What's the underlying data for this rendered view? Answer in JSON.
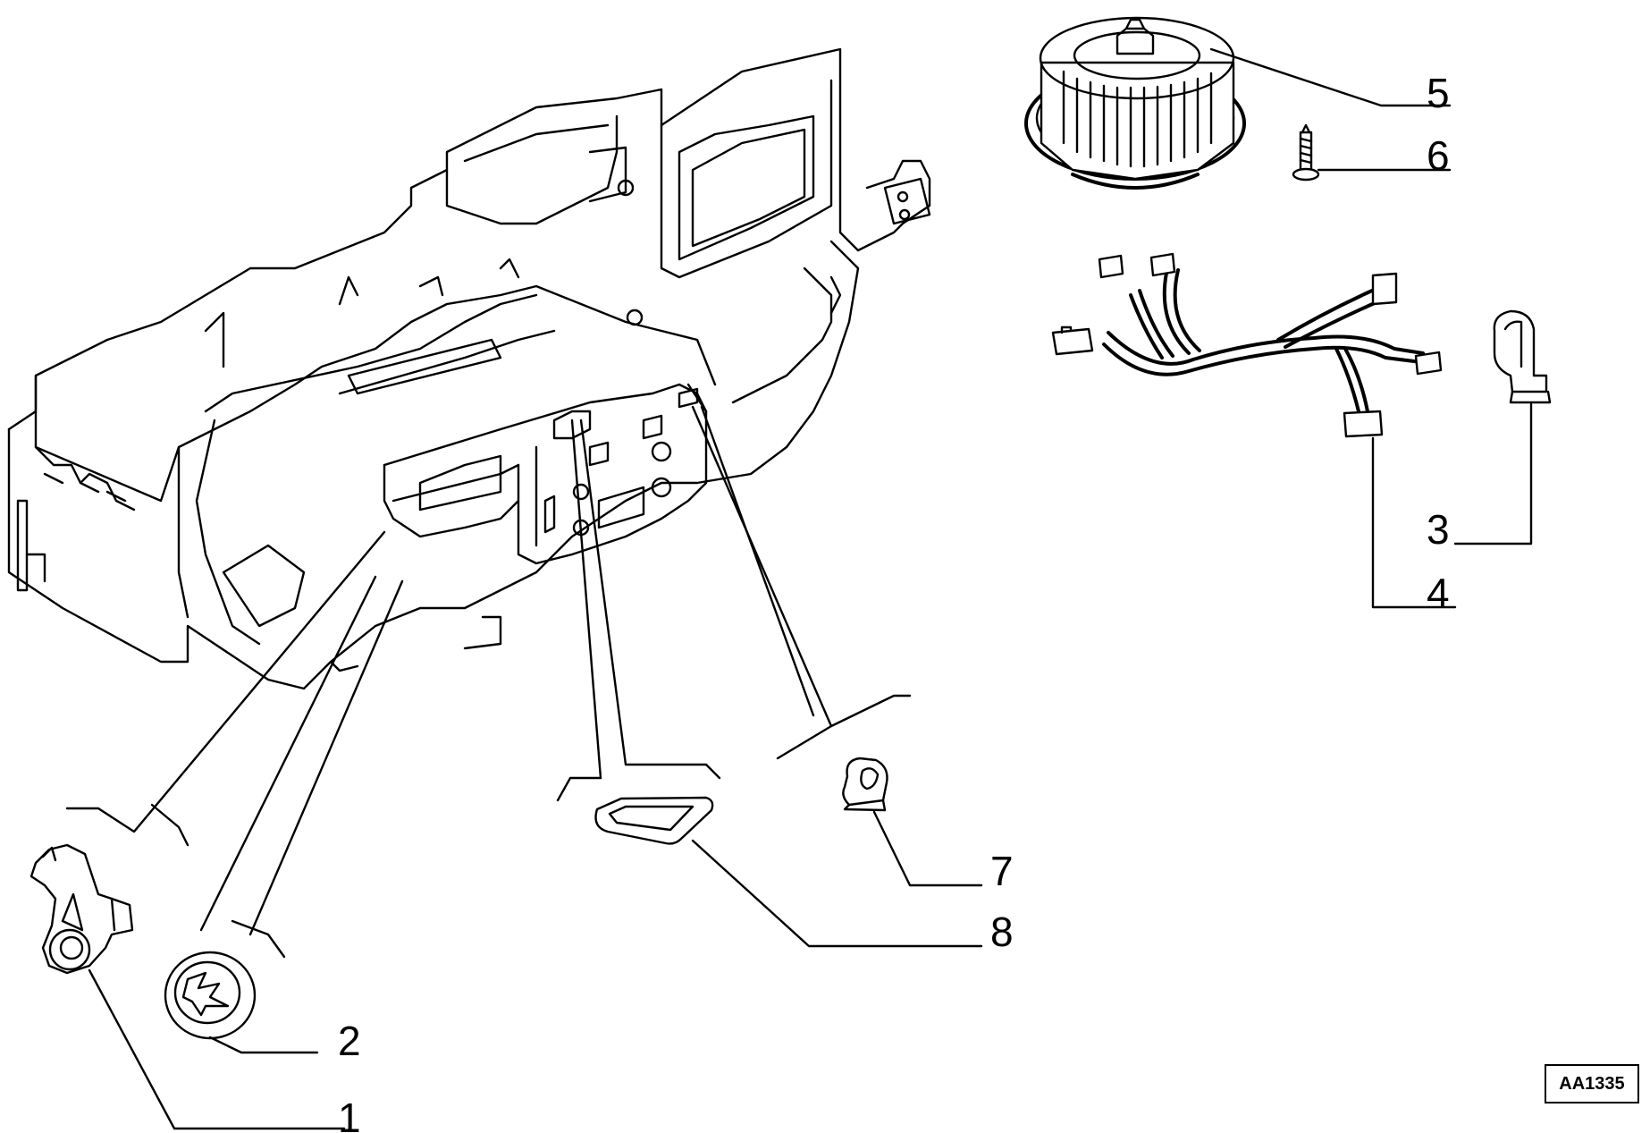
{
  "diagram": {
    "reference_code": "AA1335",
    "callouts": [
      {
        "id": "1",
        "label": "1"
      },
      {
        "id": "2",
        "label": "2"
      },
      {
        "id": "3",
        "label": "3"
      },
      {
        "id": "4",
        "label": "4"
      },
      {
        "id": "5",
        "label": "5"
      },
      {
        "id": "6",
        "label": "6"
      },
      {
        "id": "7",
        "label": "7"
      },
      {
        "id": "8",
        "label": "8"
      }
    ]
  }
}
